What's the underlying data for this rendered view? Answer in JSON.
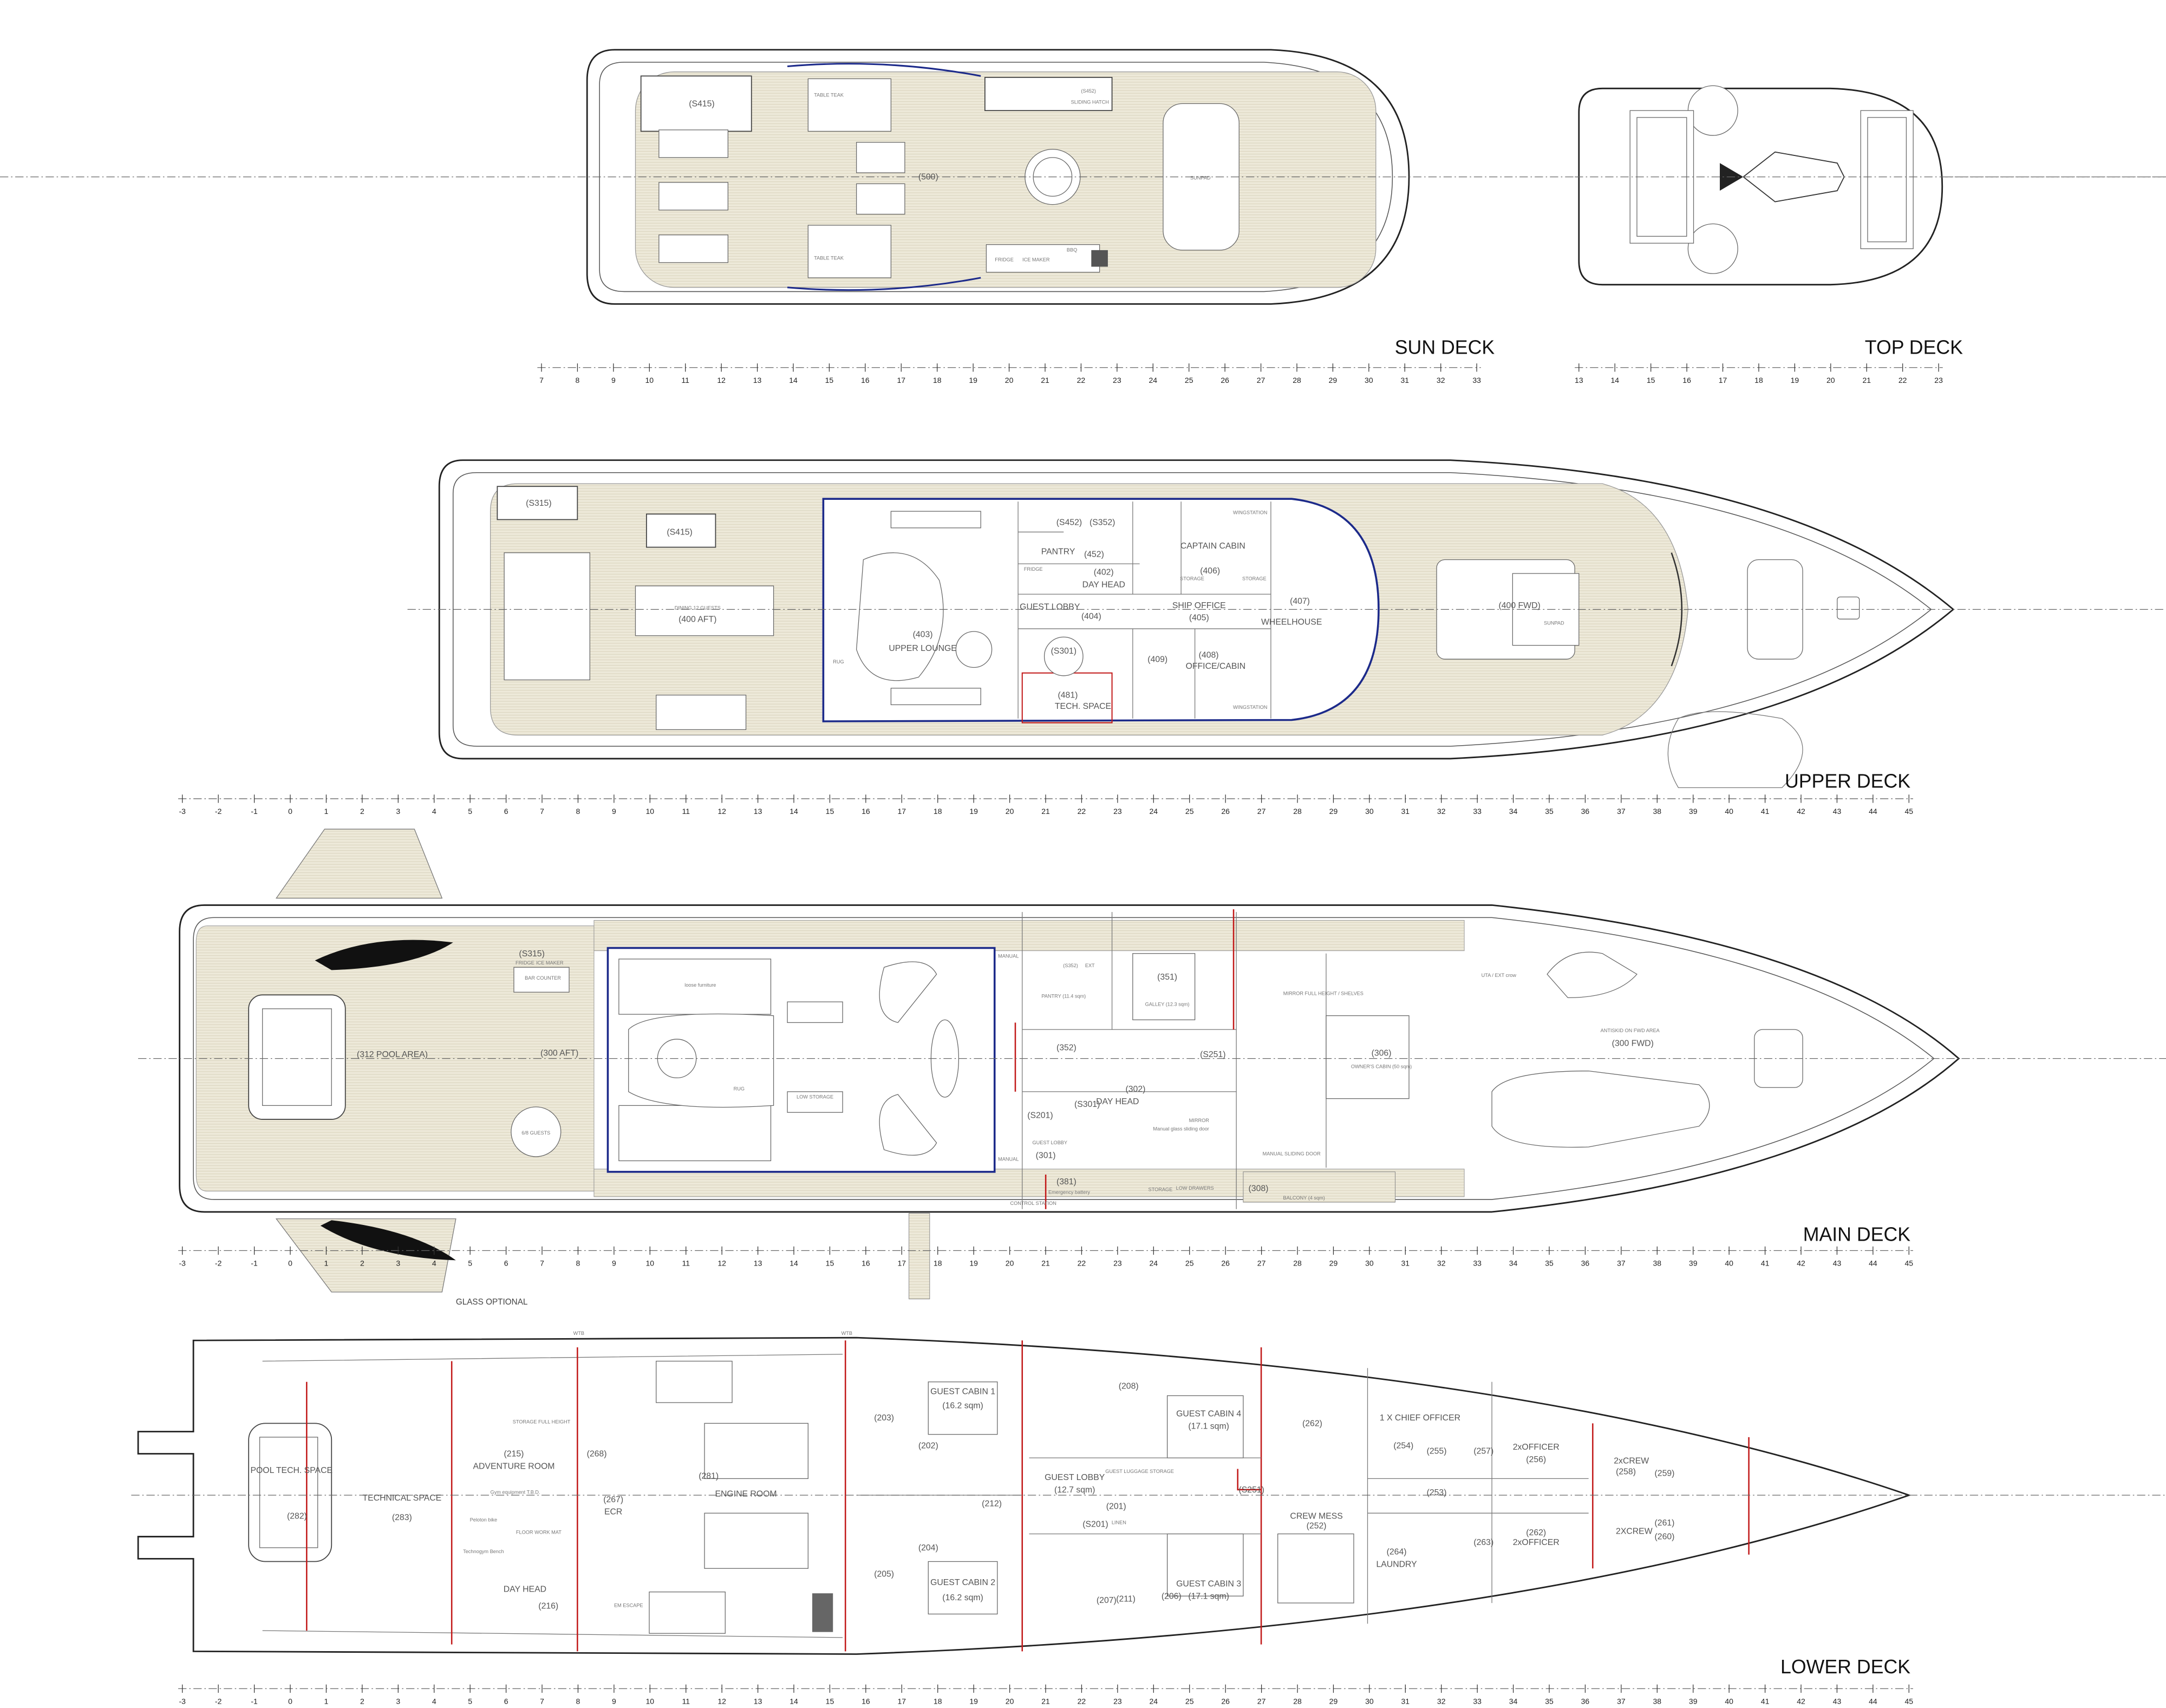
{
  "sun_deck": {
    "title": "SUN DECK",
    "frames": [
      7,
      33
    ],
    "labels": [
      "(S415)",
      "(500)",
      "(S452)",
      "TABLE TEAK",
      "TABLE TEAK",
      "FRIDGE",
      "ICE MAKER",
      "BBQ",
      "SUNPAD",
      "SLIDING HATCH"
    ]
  },
  "top_deck": {
    "title": "TOP DECK",
    "frames": [
      13,
      23
    ]
  },
  "upper_deck": {
    "title": "UPPER DECK",
    "frames": [
      -3,
      45
    ],
    "labels": [
      "(S315)",
      "(S415)",
      "DINING 12 GUESTS",
      "(400 AFT)",
      "(403)",
      "UPPER LOUNGE",
      "PANTRY",
      "(452)",
      "(S452)",
      "(S352)",
      "(402)",
      "DAY HEAD",
      "CAPTAIN CABIN",
      "(406)",
      "GUEST LOBBY",
      "(404)",
      "SHIP OFFICE",
      "(405)",
      "(407)",
      "WHEELHOUSE",
      "(S301)",
      "(409)",
      "(408)",
      "OFFICE/CABIN",
      "(481)",
      "TECH. SPACE",
      "(400 FWD)",
      "SUNPAD",
      "STORAGE",
      "STORAGE",
      "FRIDGE",
      "RUG",
      "WINGSTATION",
      "WINGSTATION"
    ]
  },
  "main_deck": {
    "title": "MAIN DECK",
    "frames": [
      -3,
      45
    ],
    "note": "GLASS OPTIONAL",
    "labels": [
      "(312 POOL AREA)",
      "(300 AFT)",
      "(S315)",
      "BAR COUNTER",
      "FRIDGE",
      "ICE MAKER",
      "6/8 GUESTS",
      "RUG",
      "loose furniture",
      "LOW STORAGE",
      "PANTRY (11.4 sqm)",
      "(S352)",
      "(351)",
      "GALLEY (12.3 sqm)",
      "(352)",
      "(S251)",
      "(306)",
      "OWNER'S CABIN (50 sqm)",
      "MIRROR FULL HEIGHT / SHELVES",
      "UTA / EXT crow",
      "ANTISKID ON FWD AREA",
      "(300 FWD)",
      "DAY HEAD",
      "(302)",
      "(S301)",
      "(S201)",
      "GUEST LOBBY",
      "(301)",
      "(381)",
      "Emergency battery",
      "CONTROL STATION",
      "STORAGE",
      "LOW DRAWERS",
      "MANUAL SLIDING DOOR",
      "(308)",
      "BALCONY (4 sqm)",
      "MANUAL",
      "MANUAL",
      "EXT",
      "Manual glass sliding door",
      "MIRROR"
    ]
  },
  "lower_deck": {
    "title": "LOWER DECK",
    "frames": [
      -3,
      45
    ],
    "labels": [
      "POOL TECH. SPACE",
      "(282)",
      "TECHNICAL SPACE",
      "(283)",
      "(215)",
      "ADVENTURE ROOM",
      "Gym equipment T.B.D.",
      "Peloton bike",
      "Technogym Bench",
      "FLOOR WORK MAT",
      "STORAGE FULL HEIGHT",
      "DAY HEAD",
      "(216)",
      "(268)",
      "(267)",
      "ECR",
      "(281)",
      "ENGINE ROOM",
      "EM ESCAPE",
      "(203)",
      "(205)",
      "GUEST CABIN 1",
      "(16.2 sqm)",
      "(202)",
      "(212)",
      "(204)",
      "GUEST CABIN 2",
      "(16.2 sqm)",
      "(208)",
      "GUEST LOBBY",
      "(12.7 sqm)",
      "(201)",
      "(S201)",
      "LINEN",
      "(207)",
      "(211)",
      "(206)",
      "GUEST CABIN 4",
      "(17.1 sqm)",
      "GUEST CABIN 3",
      "(17.1 sqm)",
      "GUEST LUGGAGE STORAGE",
      "(S251)",
      "(262)",
      "CREW MESS",
      "(252)",
      "1 X CHIEF OFFICER",
      "(254)",
      "(255)",
      "(257)",
      "(253)",
      "2xOFFICER",
      "(256)",
      "(264)",
      "LAUNDRY",
      "(263)",
      "2xOFFICER",
      "(262)",
      "2xCREW",
      "(258)",
      "(259)",
      "2XCREW",
      "(260)",
      "(261)",
      "WTB",
      "WTB"
    ]
  },
  "colors": {
    "deck_teak": "#ede9d9",
    "superstructure": "#1c2a8a",
    "bulkhead": "#c21a1a"
  }
}
